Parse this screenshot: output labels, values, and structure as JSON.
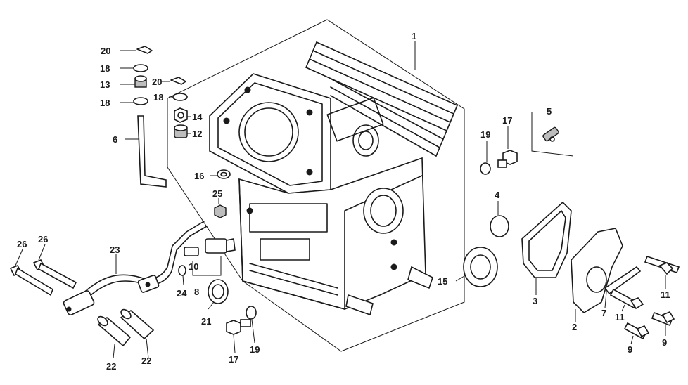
{
  "callouts": [
    {
      "id": "c1",
      "text": "1"
    },
    {
      "id": "c2",
      "text": "2"
    },
    {
      "id": "c3",
      "text": "3"
    },
    {
      "id": "c4",
      "text": "4"
    },
    {
      "id": "c5",
      "text": "5"
    },
    {
      "id": "c6",
      "text": "6"
    },
    {
      "id": "c7",
      "text": "7"
    },
    {
      "id": "c8",
      "text": "8"
    },
    {
      "id": "c9a",
      "text": "9"
    },
    {
      "id": "c9b",
      "text": "9"
    },
    {
      "id": "c10",
      "text": "10"
    },
    {
      "id": "c11a",
      "text": "11"
    },
    {
      "id": "c11b",
      "text": "11"
    },
    {
      "id": "c12",
      "text": "12"
    },
    {
      "id": "c13",
      "text": "13"
    },
    {
      "id": "c14",
      "text": "14"
    },
    {
      "id": "c15",
      "text": "15"
    },
    {
      "id": "c16",
      "text": "16"
    },
    {
      "id": "c17a",
      "text": "17"
    },
    {
      "id": "c17b",
      "text": "17"
    },
    {
      "id": "c18a",
      "text": "18"
    },
    {
      "id": "c18b",
      "text": "18"
    },
    {
      "id": "c18c",
      "text": "18"
    },
    {
      "id": "c19a",
      "text": "19"
    },
    {
      "id": "c19b",
      "text": "19"
    },
    {
      "id": "c20a",
      "text": "20"
    },
    {
      "id": "c20b",
      "text": "20"
    },
    {
      "id": "c21",
      "text": "21"
    },
    {
      "id": "c22a",
      "text": "22"
    },
    {
      "id": "c22b",
      "text": "22"
    },
    {
      "id": "c23",
      "text": "23"
    },
    {
      "id": "c24",
      "text": "24"
    },
    {
      "id": "c25",
      "text": "25"
    },
    {
      "id": "c26a",
      "text": "26"
    },
    {
      "id": "c26b",
      "text": "26"
    }
  ]
}
